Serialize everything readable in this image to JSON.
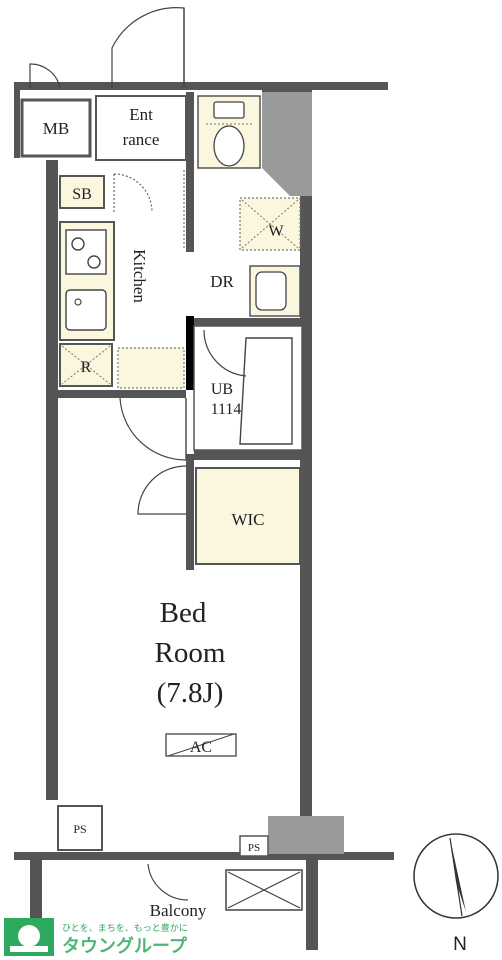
{
  "rooms": {
    "mb": "MB",
    "entrance_line1": "Ent",
    "entrance_line2": "rance",
    "sb": "SB",
    "kitchen": "Kitchen",
    "refrigerator": "R",
    "washer": "W",
    "dressing_room": "DR",
    "unit_bath_line1": "UB",
    "unit_bath_line2": "1114",
    "wic": "WIC",
    "bedroom_line1": "Bed",
    "bedroom_line2": "Room",
    "bedroom_size": "(7.8J)",
    "ac": "AC",
    "ps_left": "PS",
    "ps_right": "PS",
    "balcony": "Balcony"
  },
  "compass": {
    "label": "N"
  },
  "logo": {
    "tagline": "ひとを、まちを、もっと豊かに",
    "name": "タウングループ"
  },
  "colors": {
    "wall": "#555555",
    "fixture_fill": "#fbf6de",
    "shaft_gray": "#9a9a9a",
    "logo_green": "#2eaa5e"
  }
}
